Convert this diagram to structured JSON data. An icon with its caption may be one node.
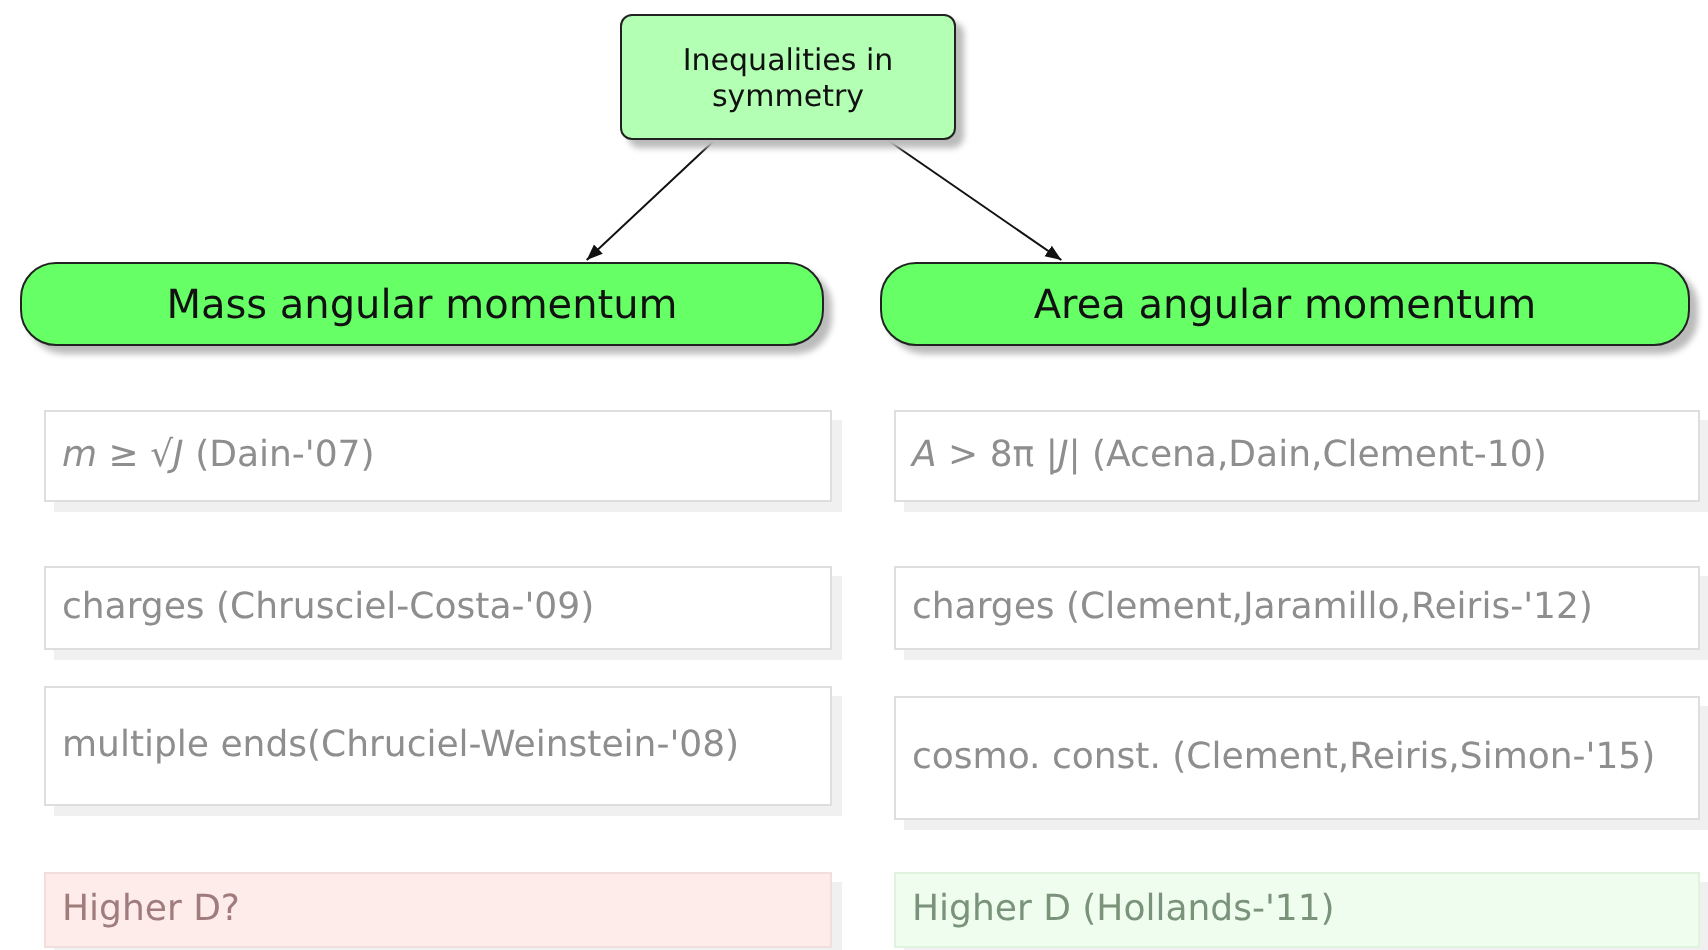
{
  "diagram": {
    "nodes": [
      {
        "text": [
          "Inequalities in symmetry"
        ]
      },
      {
        "text": [
          "Mass angular momentum"
        ]
      },
      {
        "text": [
          "Area angular momentum"
        ]
      },
      {
        "text": [
          "*m* ≥ √*J* (Dain-'07)"
        ]
      },
      {
        "text": [
          "*A* > 8π |*J*| (Acena,Dain,Clement-10)"
        ]
      },
      {
        "text": [
          "charges (Chrusciel-Costa-'09)"
        ]
      },
      {
        "text": [
          "charges (Clement,Jaramillo,Reiris-'12)"
        ]
      },
      {
        "text": [
          "multiple ends(Chruciel-Weinstein-'08)"
        ]
      },
      {
        "text": [
          "cosmo. const. (Clement,Reiris,Simon-'15)"
        ]
      },
      {
        "text": [
          "Higher D?"
        ]
      },
      {
        "text": [
          "Higher D (Hollands-'11)"
        ]
      }
    ],
    "edges": [
      {
        "from": 0,
        "to": 1,
        "arrow": "to"
      },
      {
        "from": 0,
        "to": 2,
        "arrow": "to"
      }
    ]
  }
}
